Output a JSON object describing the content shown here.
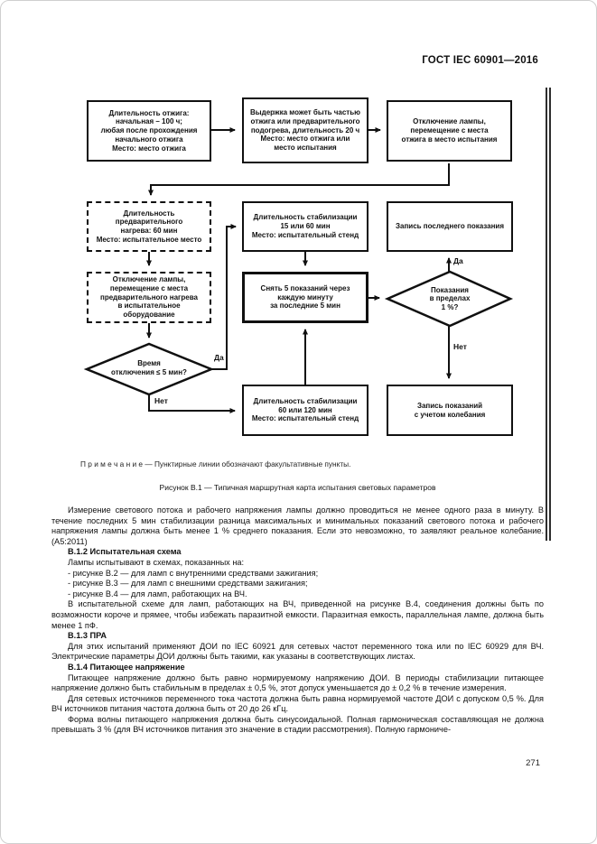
{
  "document": {
    "header": "ГОСТ IEC 60901—2016",
    "page_number": "271"
  },
  "flowchart": {
    "note": "П р и м е ч а н и е — Пунктирные линии обозначают факультативные пункты.",
    "caption": "Рисунок В.1 — Типичная маршрутная карта испытания световых параметров",
    "yes_label": "Да",
    "no_label": "Нет",
    "ink_color": "#101010",
    "boxes": {
      "annealing": "Длительность отжига:\nначальная – 100 ч;\nлюбая после прохождения\nначального отжига\nМесто: место отжига",
      "holding": "Выдержка может быть частью\nотжига или предварительного\nподогрева, длительность 20 ч\nМесто: место отжига или\nместо испытания",
      "move_to_test": "Отключение лампы,\nперемещение с места\nотжига в место испытания",
      "preheat": "Длительность\nпредварительного\nнагрева: 60 мин\nМесто: испытательное место",
      "stab_15_60": "Длительность стабилизации\n15 или 60 мин\nМесто: испытательный стенд",
      "record_last": "Запись последнего показания",
      "move_to_equipment": "Отключение лампы,\nперемещение с места\nпредварительного нагрева\nв испытательное\nоборудование",
      "take_readings": "Снять 5 показаний через\nкаждую минуту\nза последние 5 мин",
      "stab_60_120": "Длительность стабилизации\n60 или 120 мин\nМесто: испытательный стенд",
      "record_fluct": "Запись показаний\nс учетом колебания",
      "within_1pct": "Показания\nв пределах\n1 %?",
      "off_time": "Время\nотключения ≤ 5 мин?"
    }
  },
  "body": {
    "p_measurement": "Измерение светового потока и рабочего напряжения лампы должно проводиться не менее одного раза в минуту. В течение последних 5 мин стабилизации разница максимальных и минимальных показаний светового потока и рабочего напряжения лампы должна быть менее 1 % среднего показания. Если это невозможно, то заявляют реальное колебание. (А5:2011)",
    "h_test_circuit": "В.1.2 Испытательная схема",
    "p_lamps_tested": "Лампы испытывают в схемах, показанных на:",
    "b_fig_b2": "- рисунке В.2 — для ламп с внутренними средствами зажигания;",
    "b_fig_b3": "- рисунке В.3 — для ламп с внешними средствами зажигания;",
    "b_fig_b4": "- рисунке В.4 — для ламп, работающих на ВЧ.",
    "p_hf_circuit": "В испытательной схеме для ламп, работающих на ВЧ, приведенной на рисунке В.4, соединения должны быть по возможности короче и прямее, чтобы избежать паразитной емкости. Паразитная емкость, параллельная лампе, должна быть менее 1 пФ.",
    "h_pra": "В.1.3 ПРА",
    "p_pra": "Для этих испытаний применяют ДОИ по IEC 60921 для сетевых частот переменного тока или по IEC 60929 для ВЧ. Электрические параметры ДОИ должны быть такими, как указаны в соответствующих листах.",
    "h_supply": "В.1.4 Питающее напряжение",
    "p_supply1": "Питающее напряжение должно быть равно нормируемому напряжению ДОИ. В периоды стабилизации питающее напряжение должно быть стабильным в пределах ± 0,5 %, этот допуск уменьшается до ± 0,2 % в течение измерения.",
    "p_supply2": "Для сетевых источников переменного тока частота должна быть равна нормируемой частоте ДОИ с допуском 0,5 %. Для ВЧ источников питания частота должна быть от 20 до 26 кГц.",
    "p_waveform": "Форма волны питающего напряжения должна быть синусоидальной. Полная гармоническая составляющая не должна превышать 3 % (для ВЧ источников питания это значение в стадии рассмотрения). Полную гармониче-"
  }
}
